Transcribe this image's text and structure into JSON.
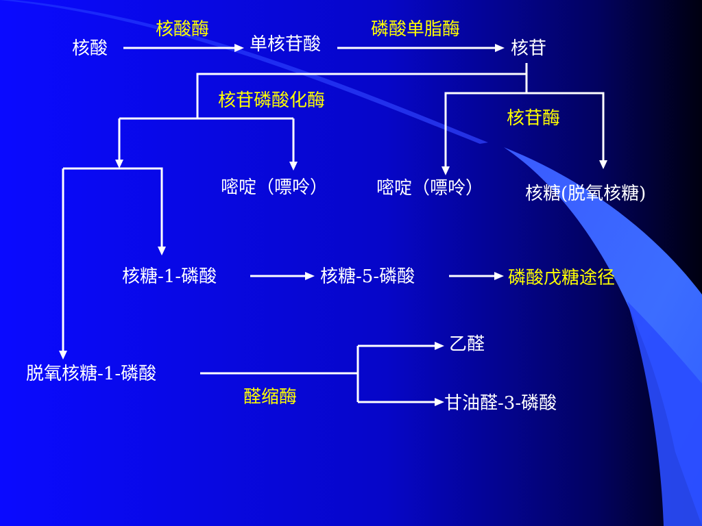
{
  "colors": {
    "text": "#ffffff",
    "enzyme_text": "#ffff00",
    "lines": "#ffffff"
  },
  "nodes": {
    "nucleic_acid": "核酸",
    "nucleotide": "单核苷酸",
    "nucleoside": "核苷",
    "base_left": "嘧啶（嘌呤）",
    "base_right": "嘧啶（嘌呤）",
    "ribose": "核糖(脱氧核糖)",
    "ribose_1p": "核糖-1-磷酸",
    "ribose_5p": "核糖-5-磷酸",
    "deoxyribose_1p": "脱氧核糖-1-磷酸",
    "acetaldehyde": "乙醛",
    "glyceraldehyde_3p": "甘油醛-3-磷酸"
  },
  "enzymes": {
    "nuclease": "核酸酶",
    "phosphomonoesterase": "磷酸单脂酶",
    "nucleoside_phosphorylase": "核苷磷酸化酶",
    "nucleosidase": "核苷酶",
    "pentose_phosphate_pathway": "磷酸戊糖途径",
    "aldolase": "醛缩酶"
  }
}
